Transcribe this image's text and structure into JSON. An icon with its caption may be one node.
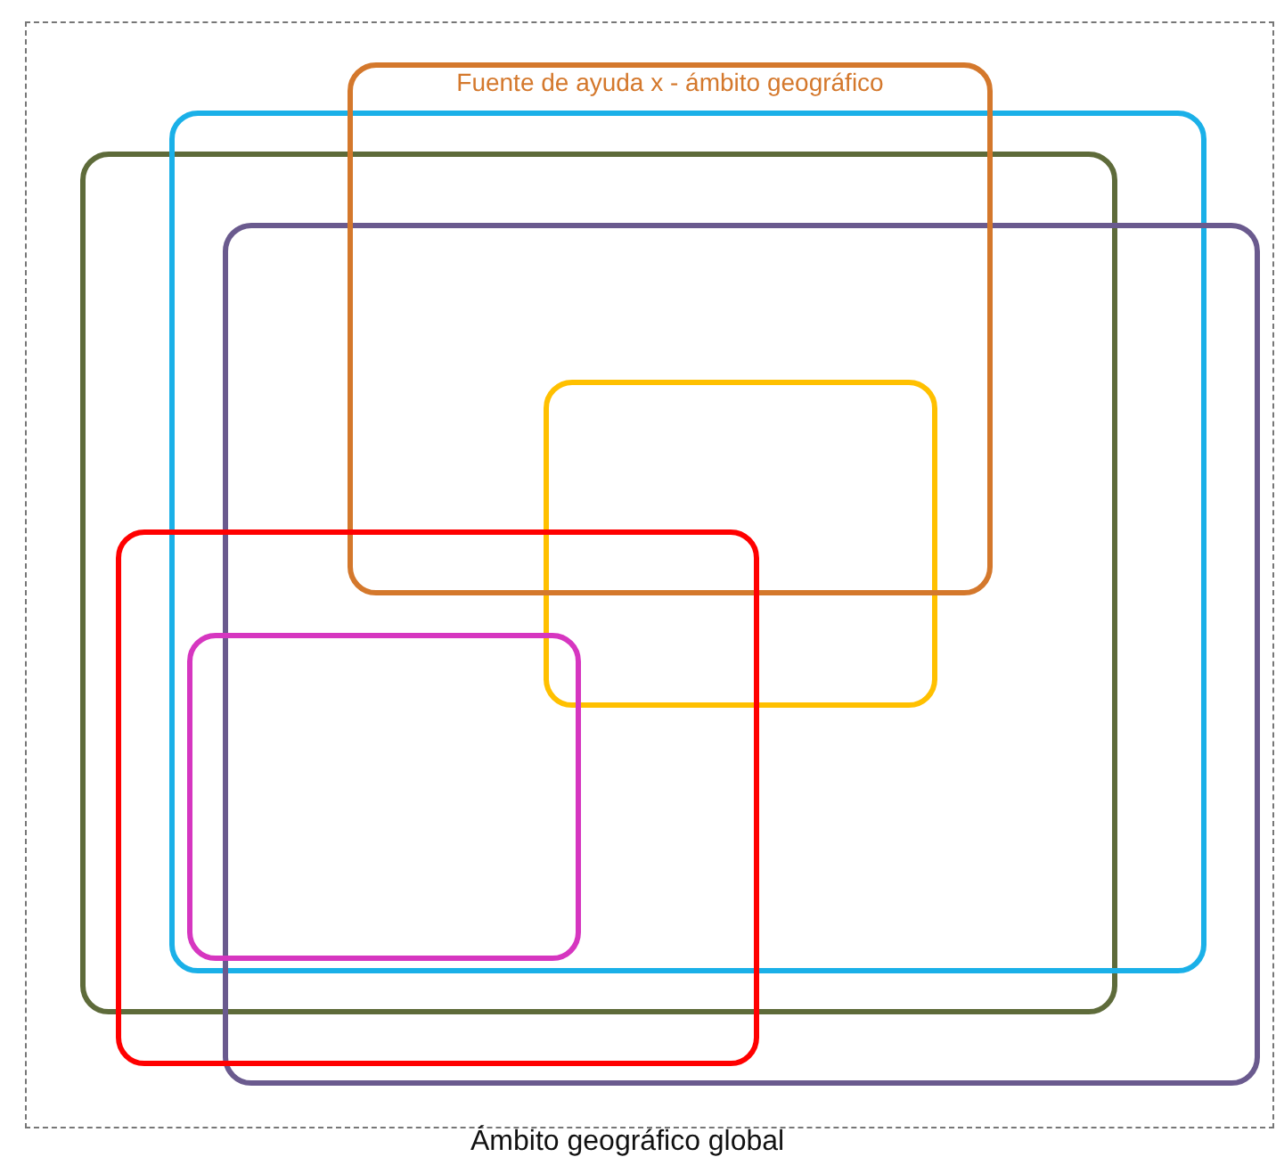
{
  "diagram": {
    "nodes": [
      {
        "text": [
          "Ámbito geográfico global"
        ]
      },
      {
        "text": [
          "Fuente de ayuda x - ámbito geográfico"
        ],
        "in": 0
      },
      {
        "text": [],
        "shape": "box",
        "in": 0
      },
      {
        "text": [],
        "shape": "box",
        "in": 0
      },
      {
        "text": [],
        "shape": "box",
        "in": 0
      },
      {
        "text": [],
        "shape": "box",
        "in": 2
      },
      {
        "text": [],
        "shape": "box",
        "in": 0
      },
      {
        "text": [],
        "shape": "box"
      }
    ]
  }
}
